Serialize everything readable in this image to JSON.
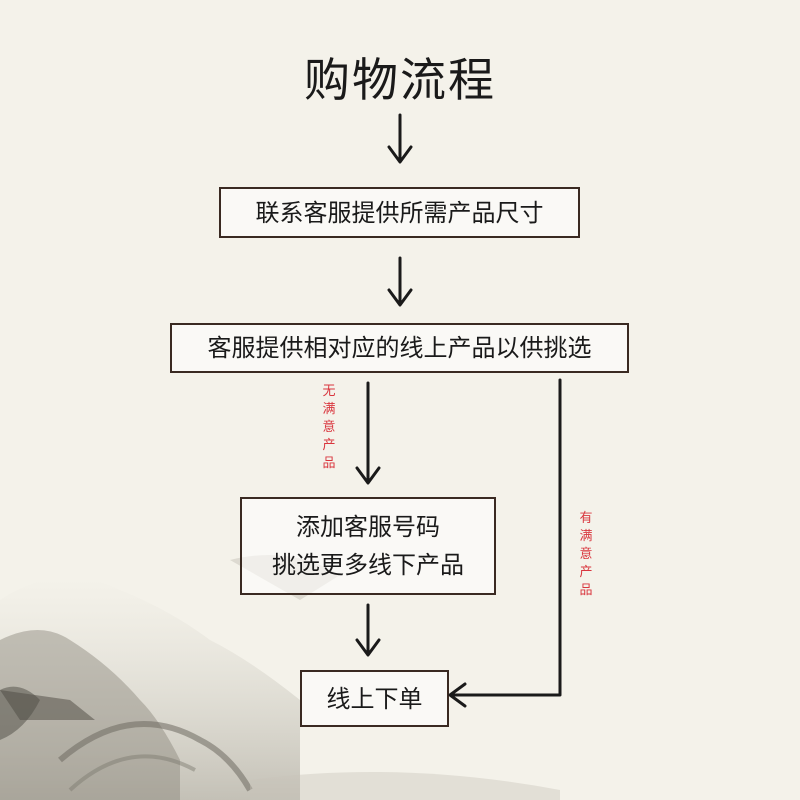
{
  "title": "购物流程",
  "steps": {
    "step1": "联系客服提供所需产品尺寸",
    "step2": "客服提供相对应的线上产品以供挑选",
    "step3_line1": "添加客服号码",
    "step3_line2": "挑选更多线下产品",
    "step4": "线上下单"
  },
  "branches": {
    "no_satisfied": [
      "无",
      "满",
      "意",
      "产",
      "品"
    ],
    "satisfied": [
      "有",
      "满",
      "意",
      "产",
      "品"
    ]
  },
  "colors": {
    "border": "#3a2a22",
    "arrow": "#1a1a1a",
    "branch_label": "#d9363e",
    "background": "#f4f2ea"
  }
}
